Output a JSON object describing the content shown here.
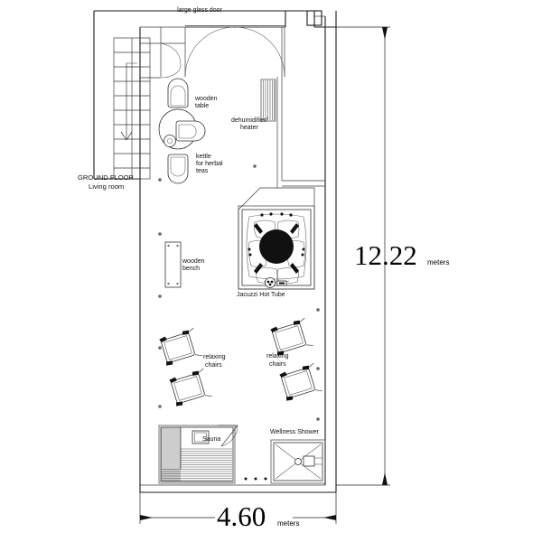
{
  "drawing": {
    "type": "architectural-floor-plan",
    "title_visible": false,
    "background": "#ffffff",
    "line_color": "#1a1a1a"
  },
  "labels": {
    "glass_door": "large glass door",
    "wooden_table": "wooden\ntable",
    "wooden_table_line1": "wooden",
    "wooden_table_line2": "table",
    "dehumidifier_line1": "dehumidifier/",
    "dehumidifier_line2": "heater",
    "kettle_line1": "kettle",
    "kettle_line2": "for herbal",
    "kettle_line3": "teas",
    "ground_floor_line1": "GROUND FLOOR",
    "ground_floor_line2": "Living room",
    "wooden_bench_line1": "wooden",
    "wooden_bench_line2": "bench",
    "jacuzzi": "Jacuzzi Hot Tube",
    "relaxing_chairs_left_line1": "relaxing",
    "relaxing_chairs_left_line2": "chairs",
    "relaxing_chairs_right_line1": "relaxing",
    "relaxing_chairs_right_line2": "chairs",
    "sauna": "Sauna",
    "wellness_shower": "Wellness Shower"
  },
  "dimensions": {
    "vertical": {
      "value": "12.22",
      "unit": "meters",
      "orientation": "right-side-vertical"
    },
    "horizontal": {
      "value": "4.60",
      "unit": "meters",
      "orientation": "bottom-horizontal"
    }
  },
  "rooms": [
    {
      "name": "living-room-stairs",
      "label": "GROUND FLOOR Living room"
    },
    {
      "name": "wellness-area",
      "label": ""
    }
  ],
  "fixtures": [
    {
      "name": "large-glass-door",
      "kind": "double-door",
      "label": "large glass door"
    },
    {
      "name": "staircase",
      "kind": "stairs",
      "treads": 10,
      "direction": "down"
    },
    {
      "name": "wooden-table",
      "kind": "round-table",
      "chairs": 3
    },
    {
      "name": "kettle",
      "kind": "kettle",
      "label": "kettle for herbal teas"
    },
    {
      "name": "dehumidifier-heater",
      "kind": "radiator",
      "label": "dehumidifier/heater"
    },
    {
      "name": "jacuzzi-hot-tub",
      "kind": "hot-tub",
      "label": "Jacuzzi Hot Tube"
    },
    {
      "name": "wooden-bench",
      "kind": "bench",
      "label": "wooden bench"
    },
    {
      "name": "relaxing-chair-1",
      "kind": "lounger"
    },
    {
      "name": "relaxing-chair-2",
      "kind": "lounger"
    },
    {
      "name": "relaxing-chair-3",
      "kind": "lounger"
    },
    {
      "name": "relaxing-chair-4",
      "kind": "lounger"
    },
    {
      "name": "sauna",
      "kind": "sauna-cabin",
      "label": "Sauna"
    },
    {
      "name": "wellness-shower",
      "kind": "shower",
      "label": "Wellness Shower"
    }
  ]
}
